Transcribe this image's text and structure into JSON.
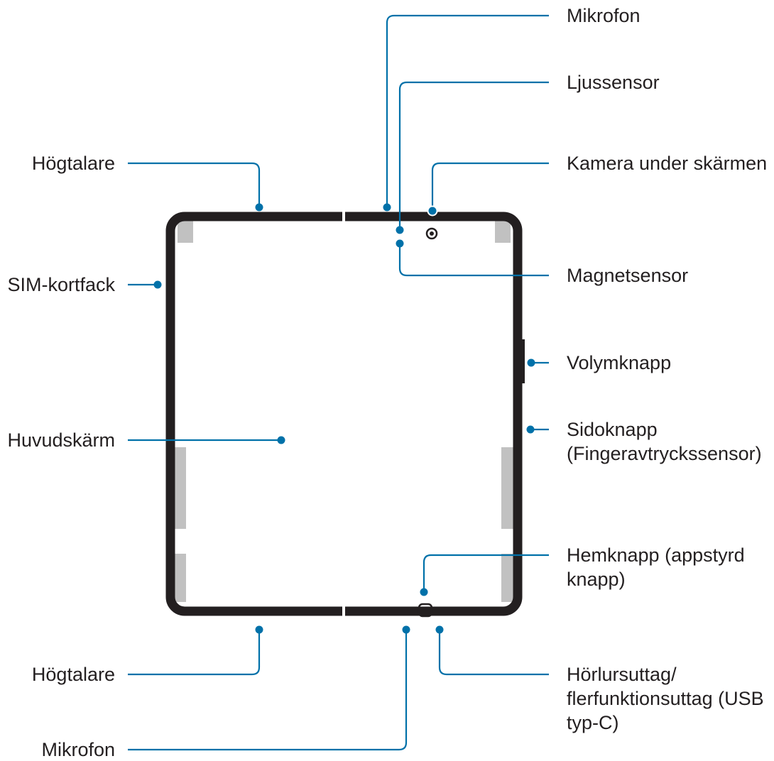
{
  "labels": {
    "mic_top": "Mikrofon",
    "light_sensor": "Ljussensor",
    "speaker_top": "Högtalare",
    "camera": "Kamera under skärmen",
    "sim_tray": "SIM-kortfack",
    "magnet_sensor": "Magnetsensor",
    "volume_key": "Volymknapp",
    "main_screen": "Huvudskärm",
    "side_key_line1": "Sidoknapp",
    "side_key_line2": "(Fingeravtryckssensor)",
    "home_line1": "Hemknapp (appstyrd",
    "home_line2": "knapp)",
    "speaker_bottom": "Högtalare",
    "earphone_line1": "Hörlursuttag/",
    "earphone_line2": "flerfunktionsuttag (USB",
    "earphone_line3": "typ-C)",
    "mic_bottom": "Mikrofon"
  },
  "colors": {
    "leader": "#0071a9",
    "device_frame": "#231f20",
    "antenna_pads": "#c1c1c1",
    "text": "#231f20"
  }
}
